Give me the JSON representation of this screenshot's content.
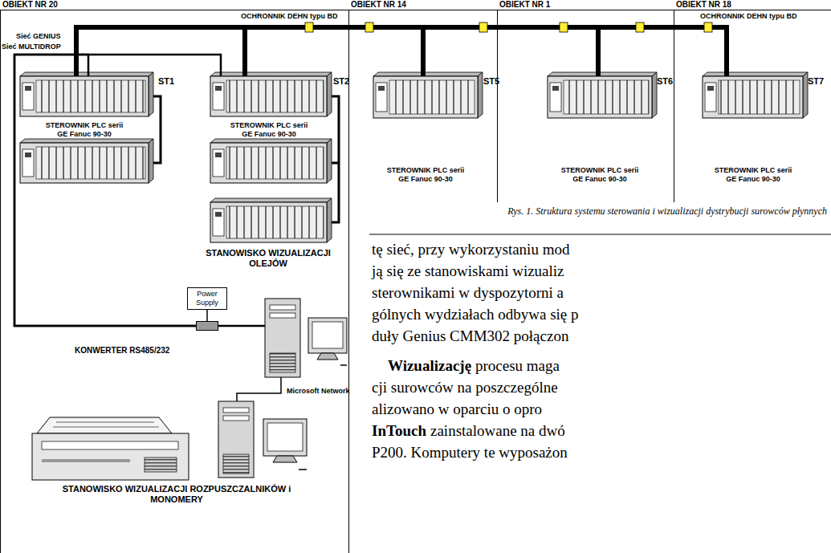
{
  "diagram": {
    "caption": "Rys. 1. Struktura systemu sterowania i wizualizacji dystrybucji surowców płynnych",
    "nodes": [
      {
        "text": [
          "OBIEKT NR 20"
        ]
      },
      {
        "text": [
          "ST1",
          "STEROWNIK PLC serii GE Fanuc 90-30"
        ],
        "in": 0
      },
      {
        "text": [
          "ST2",
          "STEROWNIK PLC serii GE Fanuc 90-30",
          "STANOWISKO WIZUALIZACJI OLEJÓW"
        ],
        "in": 0
      },
      {
        "text": [
          "Power Supply"
        ],
        "in": 0
      },
      {
        "text": [
          "KONWERTER RS485/232"
        ],
        "in": 0
      },
      {
        "text": [
          "STANOWISKO WIZUALIZACJI ROZPUSZCZALNIKÓW i MONOMERY"
        ],
        "in": 0
      },
      {
        "text": [
          "OBIEKT NR 14"
        ]
      },
      {
        "text": [
          "ST5",
          "STEROWNIK PLC serii GE Fanuc 90-30"
        ],
        "in": 6
      },
      {
        "text": [
          "OBIEKT NR 1"
        ]
      },
      {
        "text": [
          "ST6",
          "STEROWNIK PLC serii GE Fanuc 90-30"
        ],
        "in": 8
      },
      {
        "text": [
          "OBIEKT NR 18"
        ]
      },
      {
        "text": [
          "ST7",
          "STEROWNIK PLC serii GE Fanuc 90-30"
        ],
        "in": 10
      }
    ],
    "edges": [
      {
        "from": 1,
        "to": 2,
        "arrow": "none"
      },
      {
        "from": 2,
        "to": 7,
        "arrow": "none"
      },
      {
        "from": 7,
        "to": 9,
        "arrow": "none"
      },
      {
        "from": 9,
        "to": 11,
        "arrow": "none"
      },
      {
        "from": 1,
        "to": 4,
        "arrow": "none"
      },
      {
        "from": 2,
        "to": 4,
        "arrow": "none"
      },
      {
        "from": 3,
        "to": 4,
        "arrow": "none"
      }
    ],
    "labels": [
      "Sieć GENIUS",
      "Sieć MULTIDROP",
      "OCHRONNIK DEHN typu BD",
      "OCHRONNIK DEHN typu BD",
      "Microsoft Network",
      "tę sieć, przy wykorzystaniu mod",
      "ją się ze stanowiskami wizualiz",
      "sterownikami w dyspozytorni a",
      "gólnych wydziałach odbywa się p",
      "duły Genius CMM302 połączon",
      "Wizualizację",
      "procesu maga",
      "cji surowców na poszczególne",
      "alizowano w oparciu o opro",
      "InTouch",
      "zainstalowane na dwó",
      "P200. Komputery te wyposażon"
    ]
  }
}
